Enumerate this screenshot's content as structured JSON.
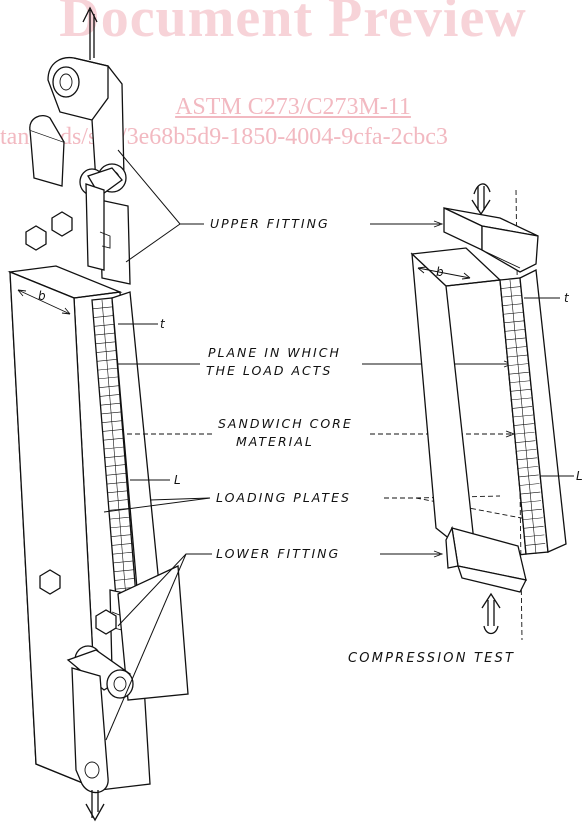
{
  "watermark": {
    "title": "Document Preview",
    "standard": "ASTM C273/C273M-11",
    "url": "tandards/sist/3e68b5d9-1850-4004-9cfa-2cbc3"
  },
  "labels": {
    "upper_fitting": "UPPER FITTING",
    "plane_line1": "PLANE IN WHICH",
    "plane_line2": "THE LOAD ACTS",
    "core_line1": "SANDWICH CORE",
    "core_line2": "MATERIAL",
    "loading_plates": "LOADING PLATES",
    "lower_fitting": "LOWER FITTING",
    "compression_test": "COMPRESSION TEST"
  },
  "dimensions": {
    "b": "b",
    "t": "t",
    "L": "L"
  }
}
